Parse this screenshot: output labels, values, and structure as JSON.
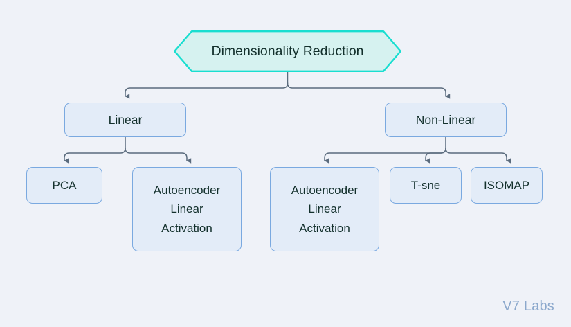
{
  "diagram": {
    "title": "Dimensionality Reduction",
    "type": "tree",
    "background_color": "#eff2f8",
    "root": {
      "id": "root",
      "label": "Dimensionality Reduction",
      "shape": "hexagon",
      "fill_color": "#d6f2f0",
      "border_color": "#19ded0",
      "text_color": "#13302c"
    },
    "level2": [
      {
        "id": "linear",
        "label": "Linear",
        "shape": "rounded-rect",
        "fill_color": "#e3ecf8",
        "border_color": "#7aa9e0",
        "text_color": "#13302c"
      },
      {
        "id": "nonlinear",
        "label": "Non-Linear",
        "shape": "rounded-rect",
        "fill_color": "#e3ecf8",
        "border_color": "#7aa9e0",
        "text_color": "#13302c"
      }
    ],
    "leaves": [
      {
        "id": "pca",
        "label": "PCA",
        "parent": "linear",
        "shape": "rounded-rect"
      },
      {
        "id": "ae-linear",
        "label": "Autoencoder\nLinear\nActivation",
        "parent": "linear",
        "shape": "rounded-rect"
      },
      {
        "id": "ae-nonlinear",
        "label": "Autoencoder\nLinear\nActivation",
        "parent": "nonlinear",
        "shape": "rounded-rect"
      },
      {
        "id": "tsne",
        "label": "T-sne",
        "parent": "nonlinear",
        "shape": "rounded-rect"
      },
      {
        "id": "isomap",
        "label": "ISOMAP",
        "parent": "nonlinear",
        "shape": "rounded-rect"
      }
    ],
    "connector": {
      "style": "elbow",
      "color": "#5a6b7d",
      "arrowhead": "triangle-down"
    }
  },
  "watermark": {
    "label": "V7 Labs",
    "color": "#8ba8cc"
  }
}
